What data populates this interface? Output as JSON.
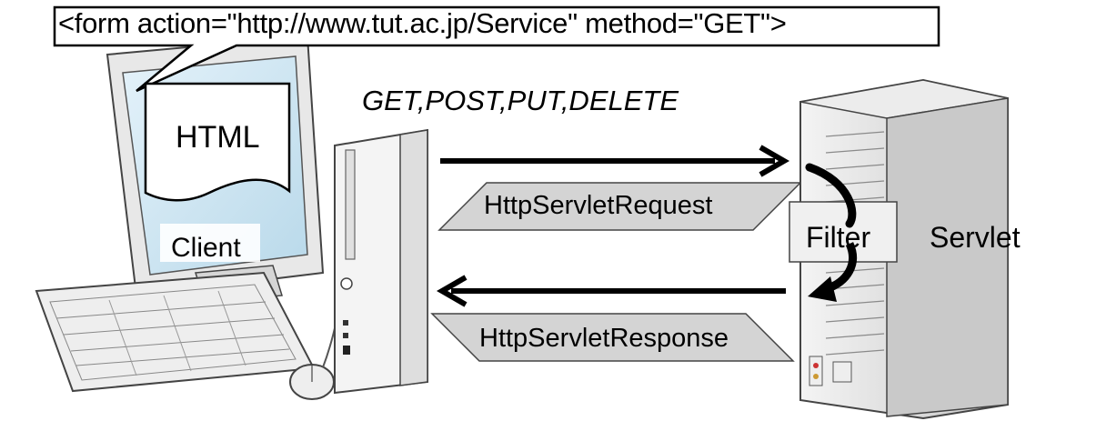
{
  "form_tag": "<form action=\"http://www.tut.ac.jp/Service\" method=\"GET\">",
  "document_label": "HTML",
  "http_methods": "GET,POST,PUT,DELETE",
  "client_label": "Client",
  "request_label": "HttpServletRequest",
  "response_label": "HttpServletResponse",
  "filter_label": "Filter",
  "servlet_label": "Servlet",
  "colors": {
    "arrow": "#000000",
    "parallelogram_fill": "#d4d4d4",
    "screen": "#cfe6f2",
    "case": "#f2f2f2",
    "server": "#dcdcdc"
  }
}
